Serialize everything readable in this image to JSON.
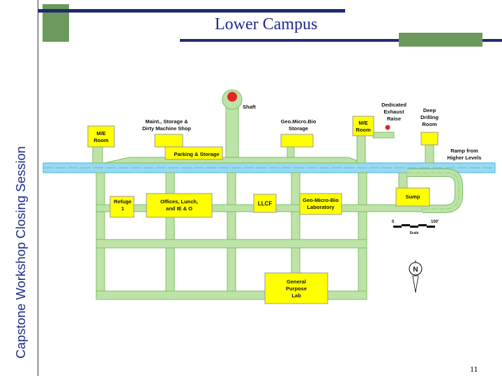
{
  "slide": {
    "title": "Lower Campus",
    "sidebar_title": "Capstone Workshop Closing Session",
    "page_number": "11"
  },
  "colors": {
    "room_fill": "#ffff00",
    "drift_fill": "#bde3a8",
    "drift_stroke": "#7bbf63",
    "main_drift": "#9ad9ef",
    "main_drift_edge": "#3bb7e6",
    "marker": "#e0281f",
    "accent_green": "#6b9a5c",
    "accent_navy": "#1f2a6e"
  },
  "map": {
    "labels": {
      "shaft": "Shaft",
      "dedicated_exhaust": [
        "Dedicated",
        "Exhaust",
        "Raise"
      ],
      "deep_drilling": [
        "Deep",
        "Drilling",
        "Room"
      ],
      "maint_storage": [
        "Maint., Storage &",
        "Dirty Machine Shop"
      ],
      "geomicrobio_storage": [
        "Geo.Micro.Bio",
        "Storage"
      ],
      "me_room_left": [
        "M/E",
        "Room"
      ],
      "me_room_right": [
        "M/E",
        "Room"
      ],
      "parking_storage": "Parking & Storage",
      "ramp": [
        "Ramp from",
        "Higher Levels"
      ],
      "refuge": [
        "Refuge",
        "1"
      ],
      "offices": [
        "Offices, Lunch,",
        "and IE & O"
      ],
      "llcf": "LLCF",
      "geomicrobio_lab": [
        "Geo-Micro-Bio",
        "Laboratory"
      ],
      "sump": "Sump",
      "general_purpose": [
        "General",
        "Purpose",
        "Lab"
      ]
    },
    "scale": {
      "start": "0",
      "end": "100'",
      "caption": "Scale"
    },
    "north": "N"
  }
}
